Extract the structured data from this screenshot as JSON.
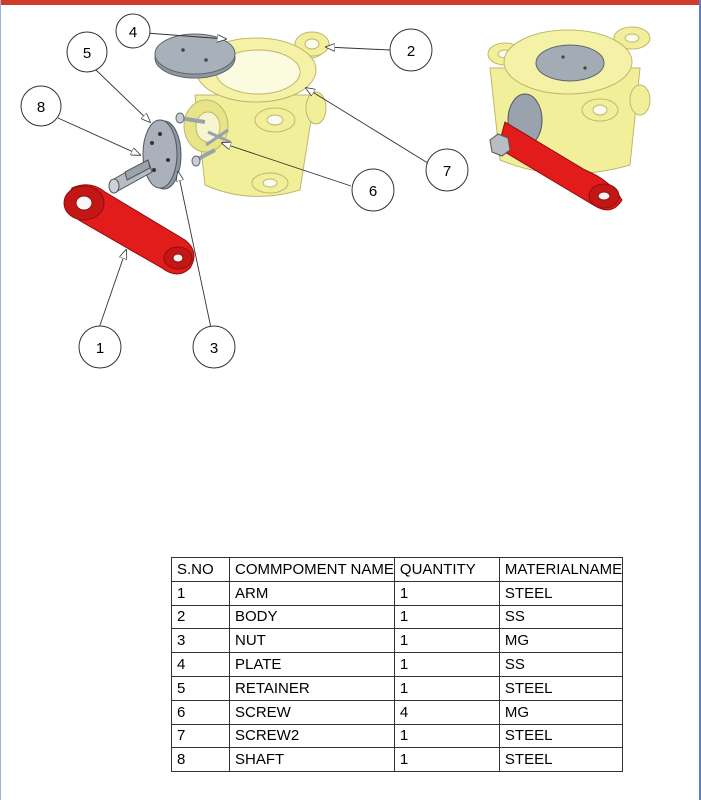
{
  "balloons": [
    {
      "number": "1"
    },
    {
      "number": "2"
    },
    {
      "number": "3"
    },
    {
      "number": "4"
    },
    {
      "number": "5"
    },
    {
      "number": "6"
    },
    {
      "number": "7"
    },
    {
      "number": "8"
    }
  ],
  "colors": {
    "body": "#f2ef9a",
    "arm": "#e21b1b",
    "metal": "#9aa2ad",
    "plate": "#8e96a1",
    "accent_bar": "#d23a2c",
    "frame": "#5b80c8"
  },
  "bom": {
    "headers": [
      "S.NO",
      "COMMPOMENT NAME",
      "QUANTITY",
      "MATERIALNAME"
    ],
    "rows": [
      [
        "1",
        "ARM",
        "1",
        "STEEL"
      ],
      [
        "2",
        "BODY",
        "1",
        "SS"
      ],
      [
        "3",
        "NUT",
        "1",
        "MG"
      ],
      [
        "4",
        "PLATE",
        "1",
        "SS"
      ],
      [
        "5",
        "RETAINER",
        "1",
        "STEEL"
      ],
      [
        "6",
        "SCREW",
        "4",
        "MG"
      ],
      [
        "7",
        "SCREW2",
        "1",
        "STEEL"
      ],
      [
        "8",
        "SHAFT",
        "1",
        "STEEL"
      ]
    ]
  }
}
